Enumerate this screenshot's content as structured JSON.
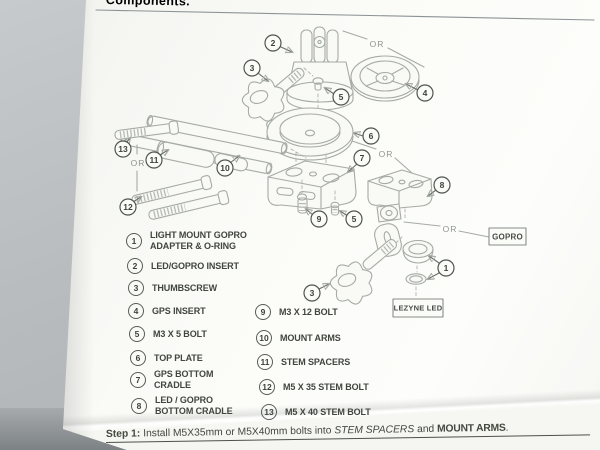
{
  "header": {
    "title": "Components."
  },
  "colors": {
    "ink": "#41463f",
    "line_art": "#a6aba4",
    "paper": "#f9f9f6",
    "background": "#b8bcbe"
  },
  "diagram": {
    "or_labels": [
      "OR",
      "OR",
      "OR",
      "OR"
    ],
    "callout_instances": [
      "2",
      "3",
      "5",
      "4",
      "6",
      "7",
      "8",
      "9",
      "5",
      "10",
      "11",
      "12",
      "13",
      "3",
      "1"
    ],
    "boxed_labels": {
      "gopro": "GOPRO",
      "lezyne_led": "LEZYNE LED"
    }
  },
  "parts_list": {
    "items": [
      {
        "num": "1",
        "line1": "LIGHT MOUNT GOPRO",
        "line2": "ADAPTER & O-RING"
      },
      {
        "num": "2",
        "line1": "LED/GOPRO INSERT"
      },
      {
        "num": "3",
        "line1": "THUMBSCREW"
      },
      {
        "num": "4",
        "line1": "GPS INSERT"
      },
      {
        "num": "5",
        "line1": "M3 X 5 BOLT"
      },
      {
        "num": "6",
        "line1": "TOP PLATE"
      },
      {
        "num": "7",
        "line1": "GPS BOTTOM",
        "line2": "CRADLE"
      },
      {
        "num": "8",
        "line1": "LED / GOPRO",
        "line2": "BOTTOM CRADLE"
      },
      {
        "num": "9",
        "line1": "M3 X 12 BOLT"
      },
      {
        "num": "10",
        "line1": "MOUNT ARMS"
      },
      {
        "num": "11",
        "line1": "STEM SPACERS"
      },
      {
        "num": "12",
        "line1": "M5 X 35 STEM BOLT"
      },
      {
        "num": "13",
        "line1": "M5 X 40 STEM BOLT"
      }
    ]
  },
  "footer": {
    "step_prefix": "Step 1:",
    "step_body": " Install M5X35mm or M5X40mm bolts into ",
    "step_em1": "STEM SPACERS",
    "step_mid": " and ",
    "step_em2": "MOUNT ARMS",
    "step_end": "."
  }
}
